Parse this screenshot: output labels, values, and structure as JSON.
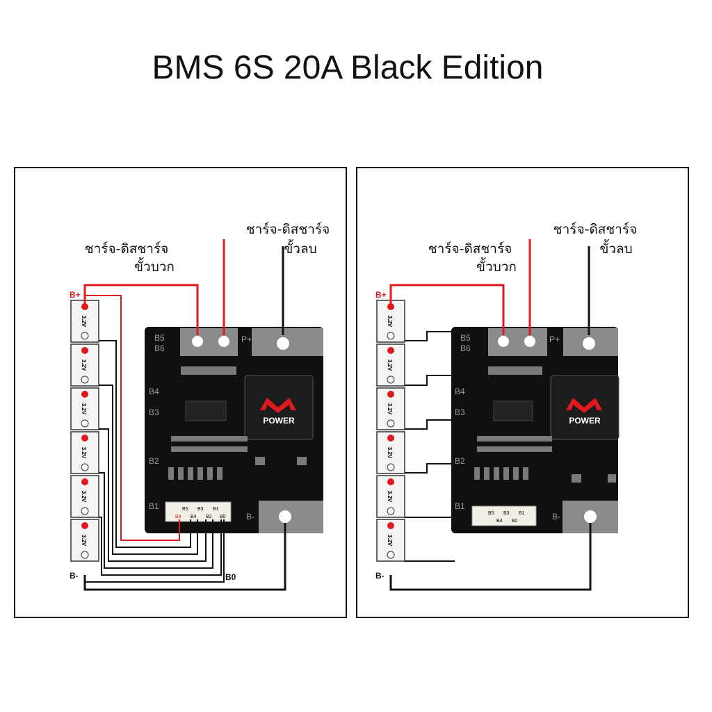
{
  "title": "BMS 6S 20A Black Edition",
  "labels": {
    "positive_label_line1": "ชาร์จ-ดิสชาร์จ",
    "positive_label_line2": "ขั้วบวก",
    "negative_label_line1": "ชาร์จ-ดิสชาร์จ",
    "negative_label_line2": "ขั้วลบ",
    "b_plus": "B+",
    "b_minus": "B-",
    "b0": "B0",
    "cell_voltage": "3.2V",
    "board_silk": [
      "B5",
      "B6",
      "B4",
      "B3",
      "B2",
      "B1",
      "P+",
      "B-"
    ],
    "connector_pins_top": [
      "B5",
      "B3",
      "B1"
    ],
    "connector_pins_bottom": [
      "B6",
      "B4",
      "B2",
      "B0"
    ],
    "logo_text": "POWER"
  },
  "colors": {
    "positive_wire": "#e0191e",
    "negative_wire": "#111111",
    "board": "#101010"
  },
  "panels": [
    "balance-wiring-diagram",
    "simple-wiring-diagram"
  ]
}
